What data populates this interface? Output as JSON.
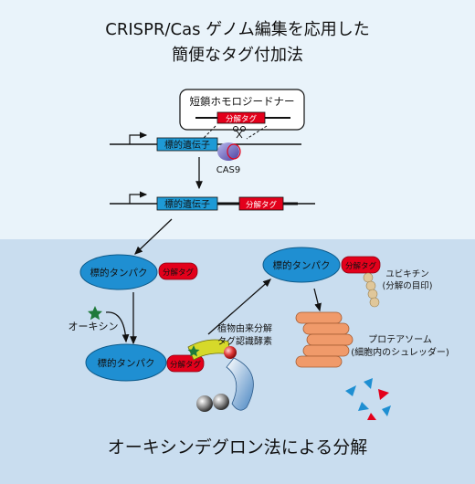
{
  "title_line1": "CRISPR/Cas ゲノム編集を応用した",
  "title_line2": "簡便なタグ付加法",
  "donor_label": "短鎖ホモロジードナー",
  "degron_tag": "分解タグ",
  "target_gene": "標的遺伝子",
  "cas9": "CAS9",
  "target_protein": "標的タンパク",
  "auxin": "オーキシン",
  "plant_enzyme_line1": "植物由来分解",
  "plant_enzyme_line2": "タグ認識酵素",
  "ubiquitin_line1": "ユビキチン",
  "ubiquitin_line2": "(分解の目印)",
  "proteasome_line1": "プロテアソーム",
  "proteasome_line2": "(細胞内のシュレッダー)",
  "bottom_title": "オーキシンデグロン法による分解",
  "colors": {
    "top_bg": "#e9f3fa",
    "bottom_bg": "#c9ddef",
    "gene_blue": "#1e9ad6",
    "protein_blue": "#1f8fd2",
    "tag_red": "#e3001b",
    "auxin_green": "#1f7a3a",
    "proteasome_orange": "#f09a6a",
    "ubiquitin_tan": "#e0c79a"
  }
}
